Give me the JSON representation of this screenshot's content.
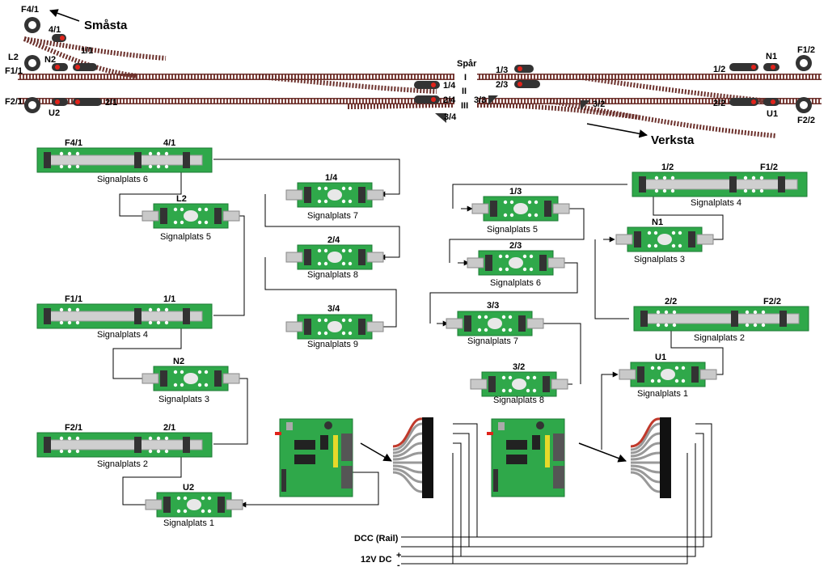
{
  "directions": {
    "smasta": "Småsta",
    "verksta": "Verksta"
  },
  "tracks": {
    "heading": "Spår",
    "i": "I",
    "ii": "II",
    "iii": "III"
  },
  "track_signals": {
    "f4_1": "F4/1",
    "s4_1": "4/1",
    "s1_1": "1/1",
    "l2": "L2",
    "n2": "N2",
    "f1_1": "F1/1",
    "f2_1": "F2/1",
    "s2_1": "2/1",
    "u2": "U2",
    "s1_4": "1/4",
    "s2_4": "2/4",
    "s3_4": "3/4",
    "s1_3": "1/3",
    "s2_3": "2/3",
    "s3_3": "3/3",
    "s3_2": "3/2",
    "s1_2": "1/2",
    "n1": "N1",
    "f1_2": "F1/2",
    "s2_2": "2/2",
    "u1": "U1",
    "f2_2": "F2/2"
  },
  "modules": {
    "m_f4_1": {
      "left": "F4/1",
      "right": "4/1",
      "caption": "Signalplats 6"
    },
    "m_l2": {
      "top": "L2",
      "caption": "Signalplats 5"
    },
    "m_f1_1": {
      "left": "F1/1",
      "right": "1/1",
      "caption": "Signalplats 4"
    },
    "m_n2": {
      "top": "N2",
      "caption": "Signalplats 3"
    },
    "m_f2_1": {
      "left": "F2/1",
      "right": "2/1",
      "caption": "Signalplats 2"
    },
    "m_u2": {
      "top": "U2",
      "caption": "Signalplats 1"
    },
    "m_1_4": {
      "top": "1/4",
      "caption": "Signalplats 7"
    },
    "m_2_4": {
      "top": "2/4",
      "caption": "Signalplats 8"
    },
    "m_3_4": {
      "top": "3/4",
      "caption": "Signalplats 9"
    },
    "m_1_3": {
      "top": "1/3",
      "caption": "Signalplats 5"
    },
    "m_2_3": {
      "top": "2/3",
      "caption": "Signalplats 6"
    },
    "m_3_3": {
      "top": "3/3",
      "caption": "Signalplats 7"
    },
    "m_3_2": {
      "top": "3/2",
      "caption": "Signalplats 8"
    },
    "m_1_2": {
      "left": "1/2",
      "right": "F1/2",
      "caption": "Signalplats 4"
    },
    "m_n1": {
      "top": "N1",
      "caption": "Signalplats 3"
    },
    "m_2_2": {
      "left": "2/2",
      "right": "F2/2",
      "caption": "Signalplats 2"
    },
    "m_u1": {
      "top": "U1",
      "caption": "Signalplats 1"
    }
  },
  "power": {
    "dcc": "DCC (Rail)",
    "dc": "12V DC",
    "plus": "+",
    "minus": "-"
  },
  "colors": {
    "rail": "#6b2f2a",
    "board": "#2fa84a",
    "board_dark": "#1d7a34",
    "signal_red": "#e0231b",
    "connector": "#9a9a9a"
  }
}
